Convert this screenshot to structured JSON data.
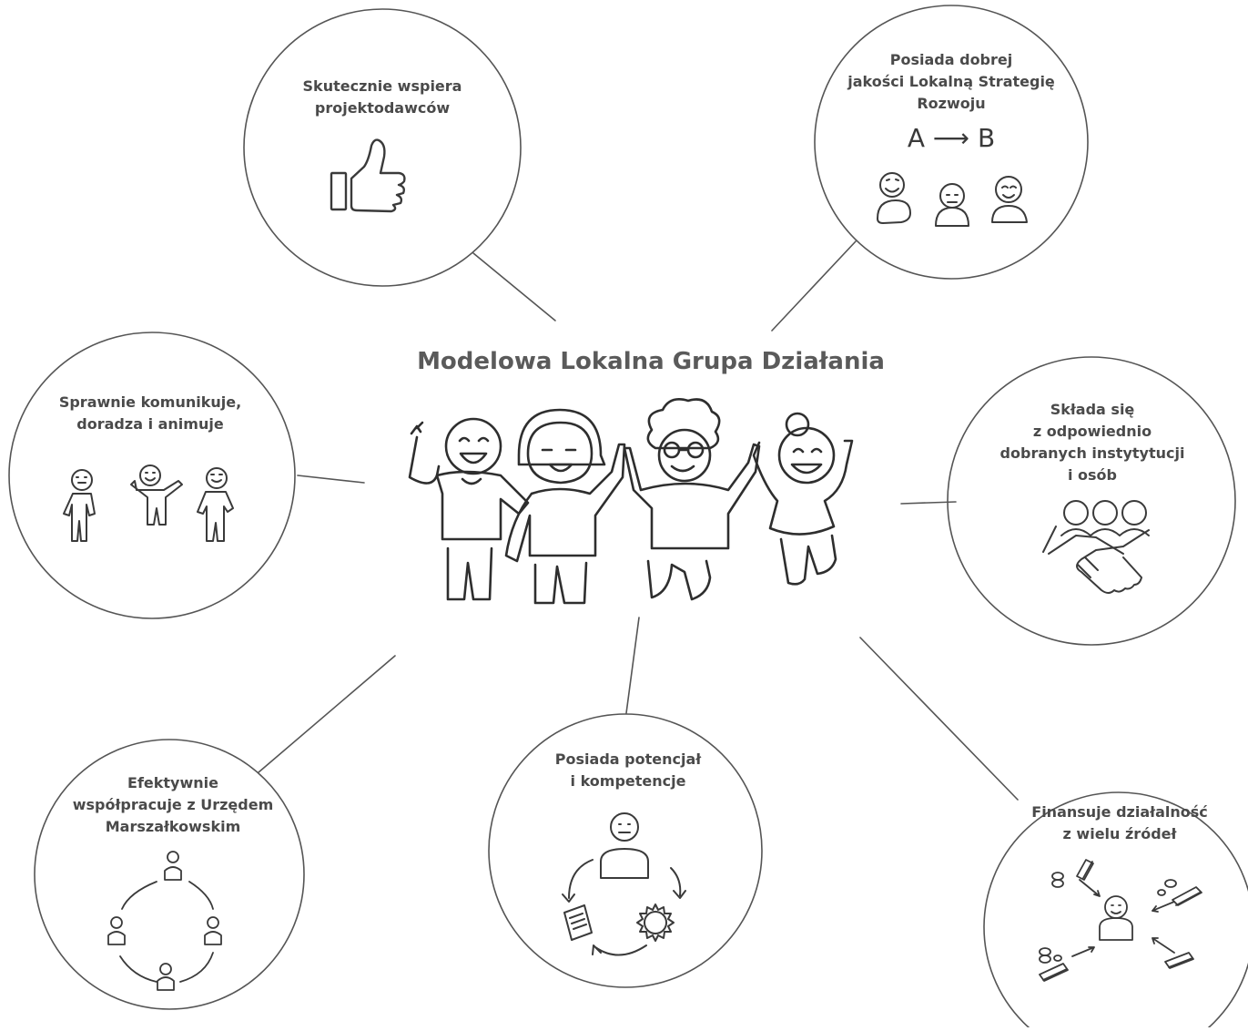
{
  "title": "Modelowa Lokalna Grupa Działania",
  "nodes": {
    "support": [
      "Skutecznie wspiera",
      "projektodawców"
    ],
    "strategy": [
      "Posiada dobrej",
      "jakości Lokalną Strategię",
      "Rozwoju"
    ],
    "communicate": [
      "Sprawnie komunikuje,",
      "doradza i animuje"
    ],
    "composed": [
      "Składa się",
      "z odpowiednio",
      "dobranych  instytytucji",
      "i osób"
    ],
    "cooperate": [
      "Efektywnie",
      "współpracuje z Urzędem",
      "Marszałkowskim"
    ],
    "potential": [
      "Posiada potencjał",
      "i kompetencje"
    ],
    "finance": [
      "Finansuje działalność",
      "z wielu źródeł"
    ]
  },
  "strategy_arrow": "A ⟶ B",
  "colors": {
    "stroke": "#555555",
    "text": "#4a4a4a",
    "background": "#ffffff"
  },
  "icons": [
    "thumbs-up-icon",
    "people-faces-icon",
    "communicating-people-icon",
    "handshake-icon",
    "cycle-people-icon",
    "person-cycle-icon",
    "money-flow-icon",
    "happy-group-icon"
  ]
}
